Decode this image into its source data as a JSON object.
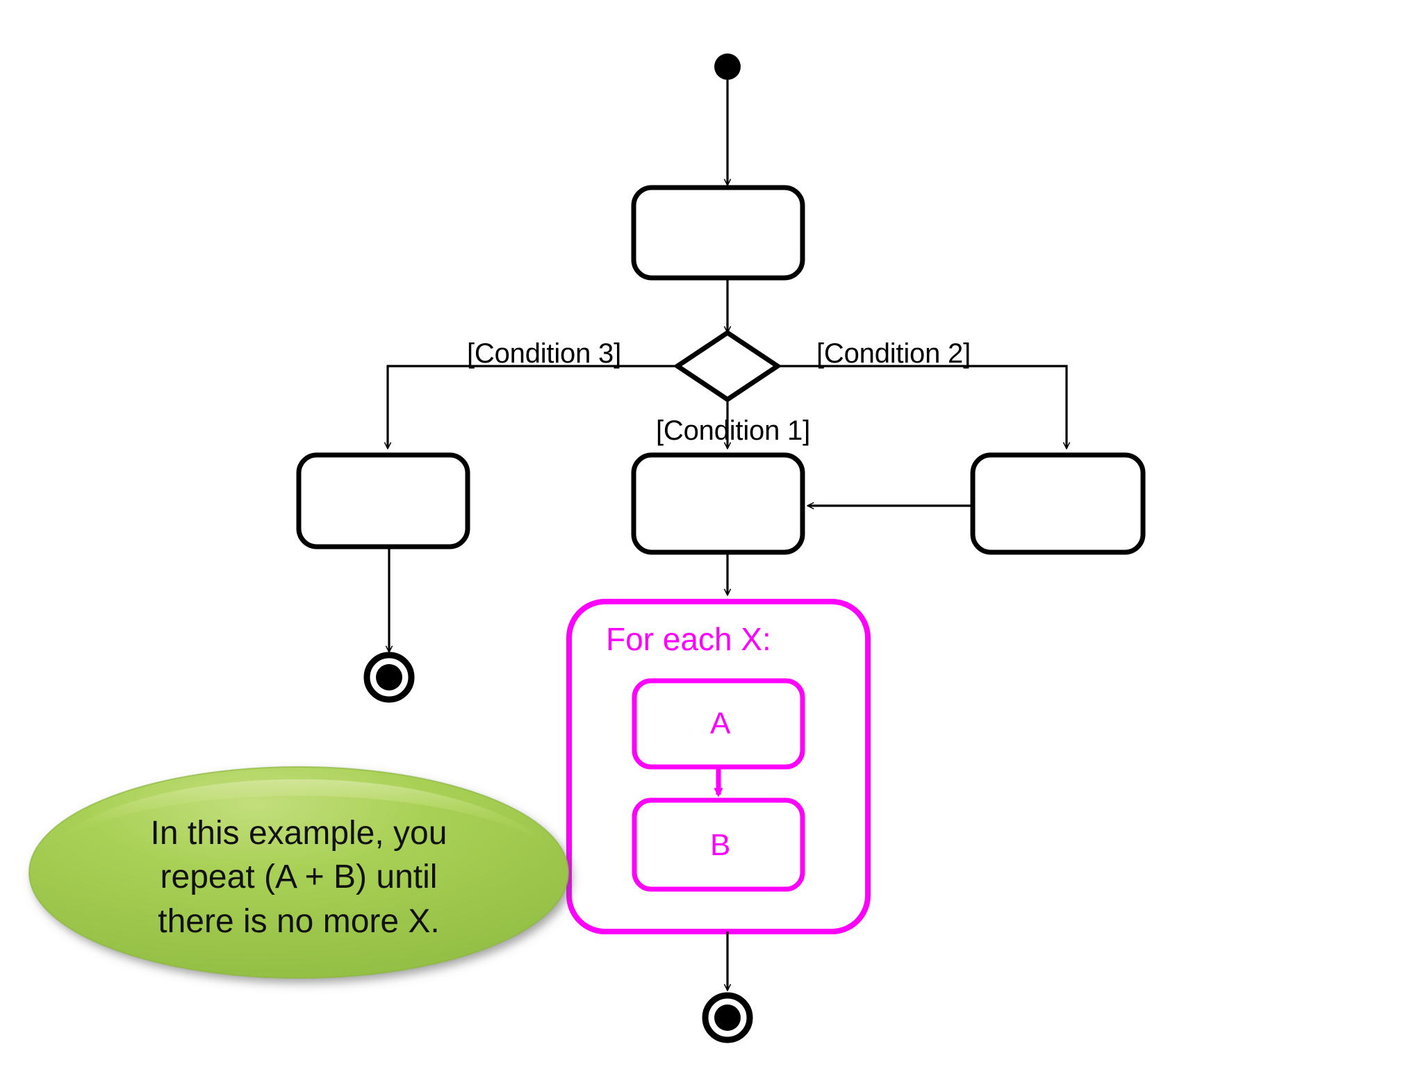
{
  "diagram": {
    "type": "uml-activity-diagram",
    "background_color": "#FFFFFF",
    "stroke_color": "#000000",
    "accent_color": "#FF00FF",
    "note_fill_color": "#9CC84B",
    "note_highlight_color": "#BEDC6E",
    "title": ""
  },
  "nodes": {
    "start": {
      "name": "initial-node",
      "label": ""
    },
    "action_top": {
      "name": "action-top",
      "label": ""
    },
    "decision": {
      "name": "decision-diamond",
      "label": ""
    },
    "action_left": {
      "name": "action-left",
      "label": ""
    },
    "action_center": {
      "name": "action-center",
      "label": ""
    },
    "action_right": {
      "name": "action-right",
      "label": ""
    },
    "end_left": {
      "name": "final-node-left",
      "label": ""
    },
    "end_bottom": {
      "name": "final-node-bottom",
      "label": ""
    }
  },
  "guards": {
    "condition_1": "[Condition 1]",
    "condition_2": "[Condition 2]",
    "condition_3": "[Condition 3]"
  },
  "loop": {
    "title": "For each X:",
    "box_a": "A",
    "box_b": "B",
    "border_color": "#FF00FF"
  },
  "note": {
    "lines": [
      "In this example, you",
      "repeat (A + B) until",
      "there is no more X."
    ],
    "fill": "#9CC84B"
  }
}
